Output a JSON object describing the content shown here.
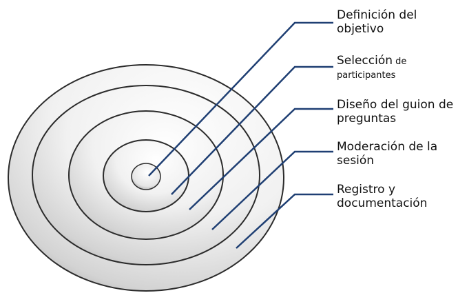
{
  "diagram": {
    "type": "concentric-rings",
    "colors": {
      "ring_fill_light": "#ffffff",
      "ring_fill_dark": "#bdbdbd",
      "ring_stroke": "#2b2b2b",
      "leader_line": "#1f3f73"
    },
    "layers": [
      {
        "line1": "Definición del",
        "line2": "objetivo"
      },
      {
        "line1": "Selección",
        "line1_small": " de",
        "line2": "participantes"
      },
      {
        "line1": "Diseño del guion de",
        "line2": "preguntas"
      },
      {
        "line1": "Moderación de la",
        "line2": "sesión"
      },
      {
        "line1": "Registro y",
        "line2": "documentación"
      }
    ]
  }
}
